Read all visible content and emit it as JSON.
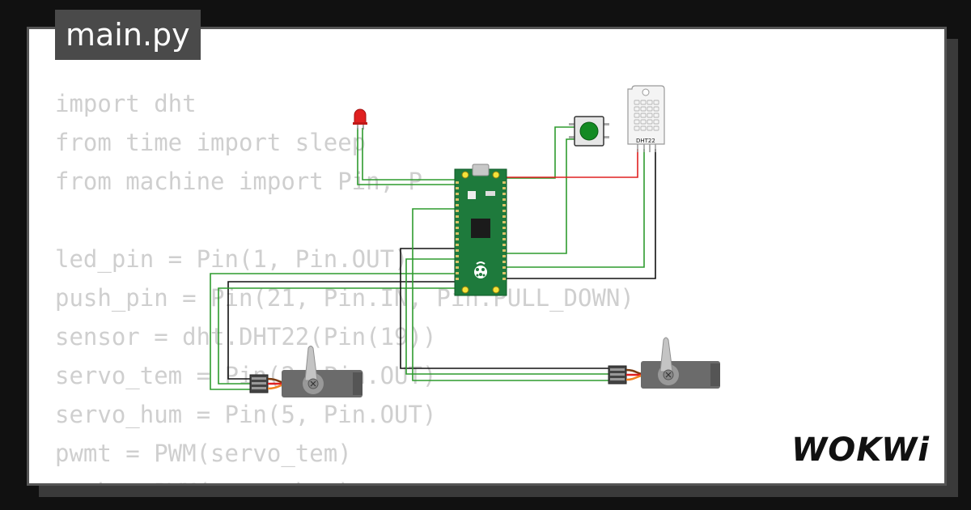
{
  "tab": {
    "label": "main.py"
  },
  "code": {
    "lines": [
      "import dht",
      "from time import sleep",
      "from machine import Pin, P",
      "",
      "led_pin = Pin(1, Pin.OUT)",
      "push_pin = Pin(21, Pin.IN, Pin.PULL_DOWN)",
      "sensor = dht.DHT22(Pin(19))",
      "servo_tem = Pin(2, Pin.OUT)",
      "servo_hum = Pin(5, Pin.OUT)",
      "pwmt = PWM(servo_tem)",
      "pwmh = PWM(servo_hum)"
    ]
  },
  "components": {
    "sensor_label": "DHT22"
  },
  "branding": {
    "logo": "WOKWi"
  },
  "colors": {
    "board_green": "#1e7a3c",
    "wire_green": "#2e9b2e",
    "wire_red": "#e02020",
    "wire_black": "#111111",
    "servo_gray": "#6b6b6b",
    "button_green": "#138a23",
    "led_red": "#e02020"
  }
}
